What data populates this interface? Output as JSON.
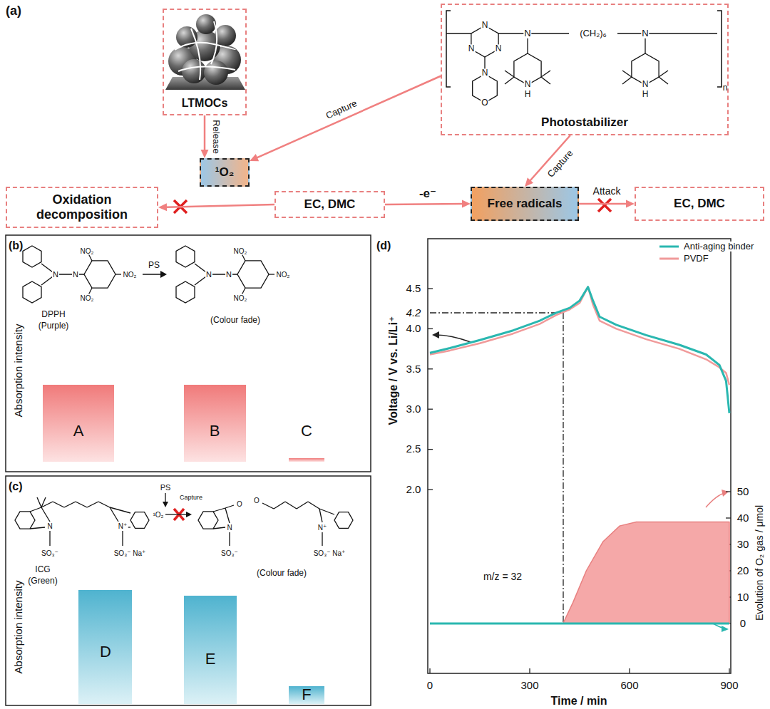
{
  "diagram": {
    "nodes": [
      {
        "text": [
          "LTMOCs"
        ]
      },
      {
        "text": [
          "Photostabilizer"
        ]
      },
      {
        "text": [
          "¹O₂"
        ]
      },
      {
        "text": [
          "Oxidation decomposition"
        ]
      },
      {
        "text": [
          "EC, DMC"
        ]
      },
      {
        "text": [
          "Free radicals"
        ]
      },
      {
        "text": [
          "EC, DMC"
        ]
      }
    ],
    "edges": [
      {
        "from": 0,
        "to": 2,
        "label": "Release",
        "arrow": "to"
      },
      {
        "from": 1,
        "to": 2,
        "label": "Capture",
        "arrow": "to"
      },
      {
        "from": 1,
        "to": 5,
        "label": "Capture",
        "arrow": "to"
      },
      {
        "from": 4,
        "to": 3,
        "arrow": "to"
      },
      {
        "from": 4,
        "to": 5,
        "label": "-e⁻",
        "arrow": "to"
      },
      {
        "from": 5,
        "to": 6,
        "label": "Attack",
        "arrow": "to"
      }
    ],
    "labels": [
      "(a)",
      "N",
      "N",
      "N",
      "N",
      "O",
      "N",
      "(CH₂)₆",
      "N",
      "N",
      "H",
      "N",
      "H",
      "n",
      "(b)",
      "Absorption intensity",
      "N",
      "N",
      "NO₂",
      "NO₂",
      "NO₂",
      "DPPH",
      "(Purple)",
      "PS",
      "N",
      "N",
      "NO₂",
      "NO₂",
      "NO₂",
      "(Colour fade)",
      "A",
      "B",
      "C",
      "(c)",
      "Absorption intensity",
      "N",
      "N⁺",
      "SO₃⁻",
      "SO₃⁻ Na⁺",
      "ICG",
      "(Green)",
      "PS",
      "Capture",
      "¹O₂",
      "O",
      "N",
      "SO₃⁻",
      "O",
      "N⁺",
      "SO₃⁻ Na⁺",
      "(Colour fade)",
      "D",
      "E",
      "F",
      "(d)",
      "Voltage / V vs. Li/Li⁺",
      "4.5",
      "4.0",
      "3.5",
      "3.0",
      "2.5",
      "2.0",
      "4.2",
      "0",
      "300",
      "600",
      "900",
      "Time / min",
      "50",
      "40",
      "30",
      "20",
      "10",
      "0",
      "Evolution of O₂ gas / μmol",
      "m/z = 32"
    ],
    "legend": [
      {
        "text": "Anti-aging binder"
      },
      {
        "text": "PVDF"
      }
    ]
  }
}
